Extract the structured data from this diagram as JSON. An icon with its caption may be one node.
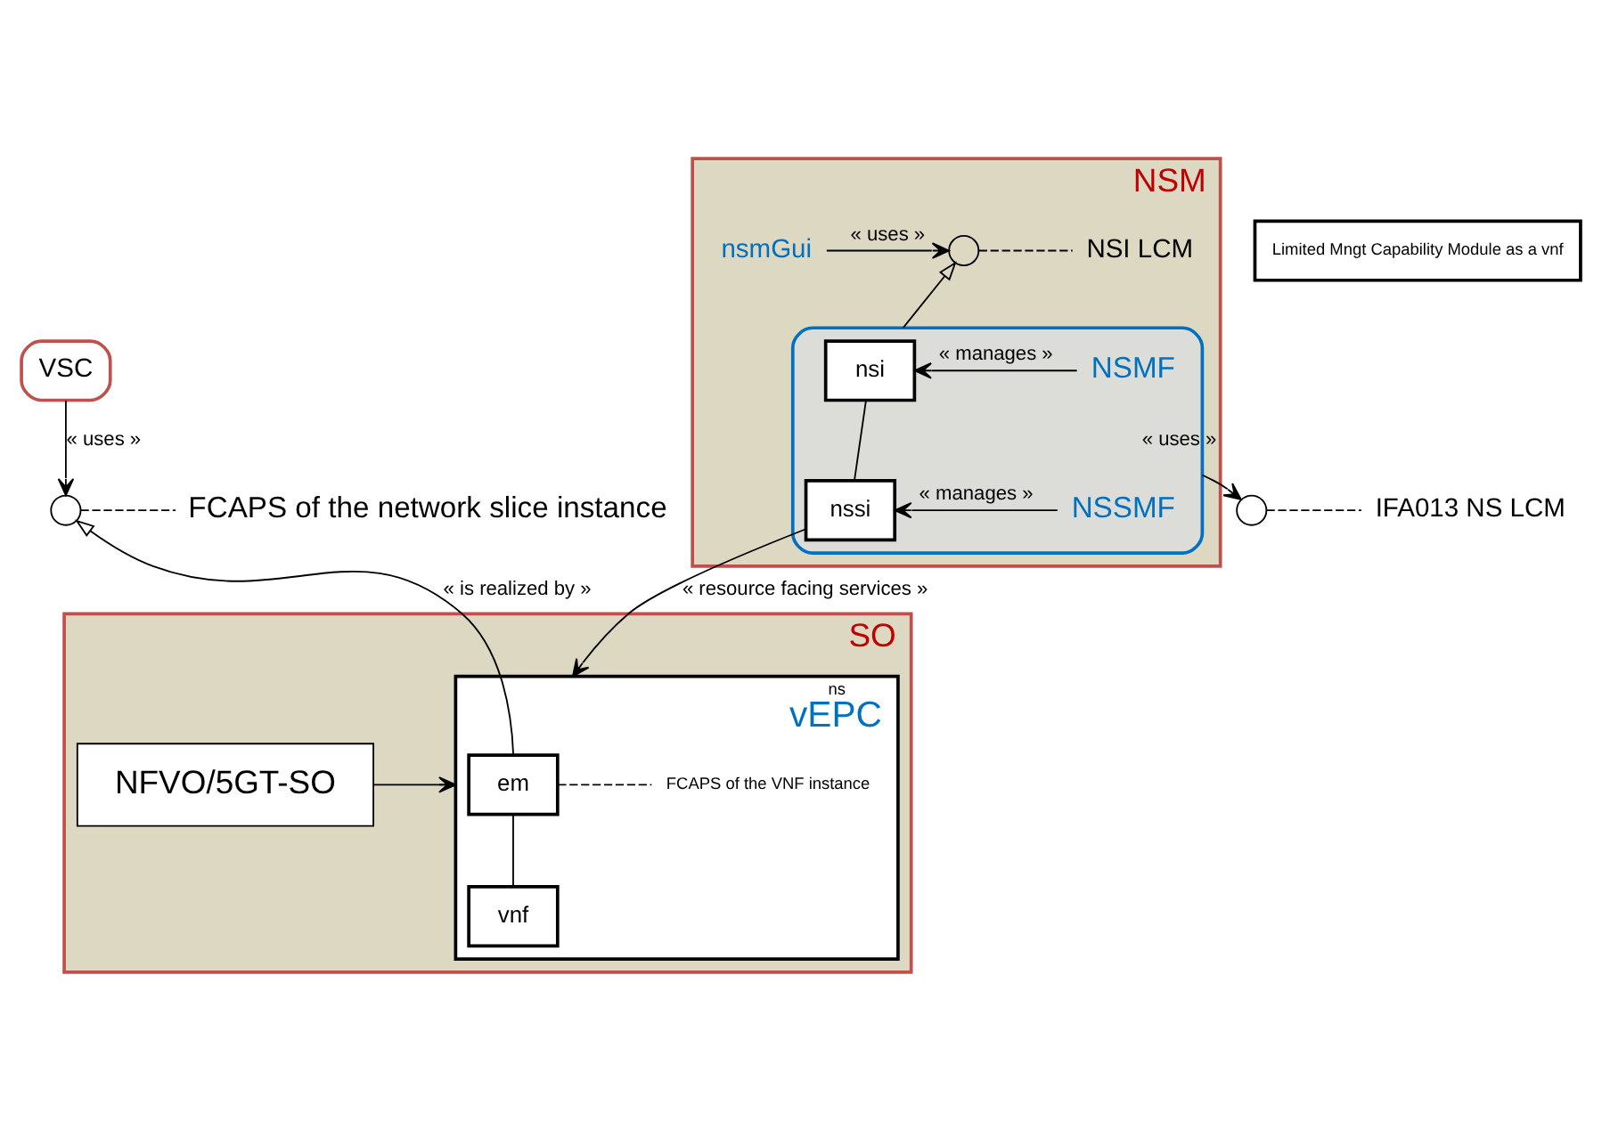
{
  "diagram": {
    "nodes": [
      {
        "text": [
          "VSC"
        ]
      },
      {
        "text": [],
        "shape": "circle"
      },
      {
        "text": [
          "FCAPS of the network slice instance"
        ]
      },
      {
        "text": [
          "NSM"
        ]
      },
      {
        "text": [
          "nsmGui"
        ],
        "in": 3
      },
      {
        "text": [],
        "shape": "circle",
        "in": 3
      },
      {
        "text": [
          "NSI LCM"
        ],
        "in": 3
      },
      {
        "text": [],
        "shape": "box",
        "in": 3
      },
      {
        "text": [
          "nsi"
        ],
        "in": 7
      },
      {
        "text": [
          "nssi"
        ],
        "in": 7
      },
      {
        "text": [
          "NSMF"
        ],
        "in": 7
      },
      {
        "text": [
          "NSSMF"
        ],
        "in": 7
      },
      {
        "text": [],
        "shape": "circle"
      },
      {
        "text": [
          "IFA013 NS LCM"
        ]
      },
      {
        "text": [
          "Limited Mngt Capability Module as a vnf"
        ]
      },
      {
        "text": [
          "SO"
        ]
      },
      {
        "text": [
          "ns",
          "vEPC"
        ],
        "in": 15
      },
      {
        "text": [
          "em"
        ],
        "in": 16
      },
      {
        "text": [
          "vnf"
        ],
        "in": 16
      },
      {
        "text": [
          "FCAPS of the VNF instance"
        ],
        "in": 16
      },
      {
        "text": [
          "NFVO/5GT-SO"
        ],
        "in": 15
      }
    ],
    "edges": [
      {
        "from": 0,
        "to": 1,
        "arrow": "to",
        "label": "« uses »"
      },
      {
        "from": 2,
        "to": 1,
        "arrow": "none",
        "style": "dashed"
      },
      {
        "from": 4,
        "to": 5,
        "arrow": "to",
        "label": "« uses »"
      },
      {
        "from": 6,
        "to": 5,
        "arrow": "none",
        "style": "dashed"
      },
      {
        "from": 7,
        "to": 5,
        "arrow": "to"
      },
      {
        "from": 10,
        "to": 8,
        "arrow": "to",
        "label": "« manages »"
      },
      {
        "from": 11,
        "to": 9,
        "arrow": "to",
        "label": "« manages »"
      },
      {
        "from": 8,
        "to": 9,
        "arrow": "none"
      },
      {
        "from": 9,
        "to": 16,
        "arrow": "to",
        "label": "« resource facing services »"
      },
      {
        "from": 7,
        "to": 12,
        "arrow": "to",
        "label": "« uses »"
      },
      {
        "from": 13,
        "to": 12,
        "arrow": "none",
        "style": "dashed"
      },
      {
        "from": 17,
        "to": 1,
        "arrow": "to",
        "label": "« is realized by »"
      },
      {
        "from": 19,
        "to": 17,
        "arrow": "none",
        "style": "dashed"
      },
      {
        "from": 17,
        "to": 18,
        "arrow": "none"
      },
      {
        "from": 20,
        "to": 16,
        "arrow": "to"
      }
    ]
  }
}
